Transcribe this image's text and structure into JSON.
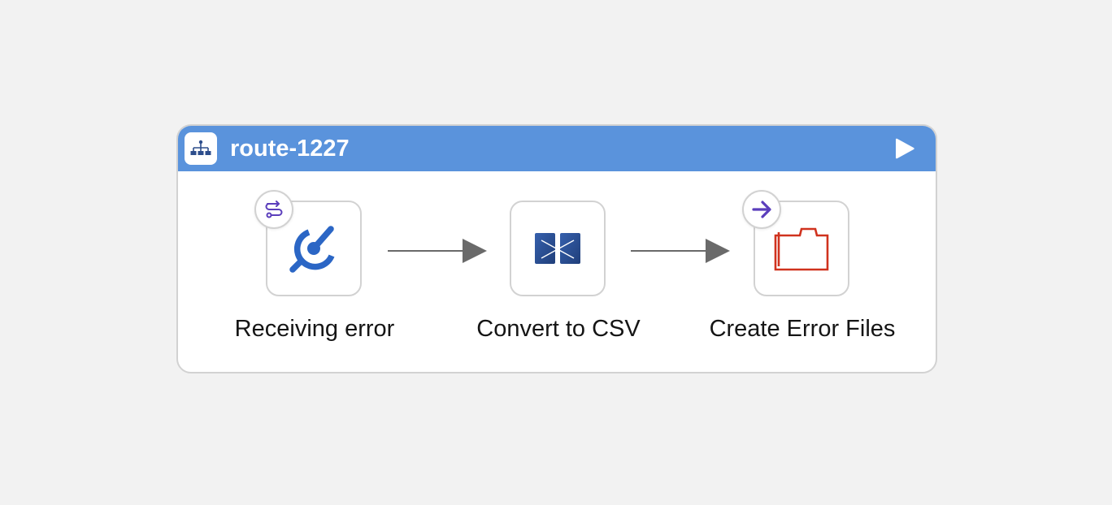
{
  "route": {
    "title": "route-1227",
    "header_color": "#5a93dc",
    "icons": {
      "route": "route-tree-icon",
      "play": "play-icon"
    }
  },
  "nodes": [
    {
      "label": "Receiving error",
      "icon": "kamelet-source-icon",
      "icon_color": "#2b66c5",
      "badge": "route-start-icon",
      "badge_color": "#5b3ebc"
    },
    {
      "label": "Convert to CSV",
      "icon": "data-mapper-icon",
      "icon_color": "#2d4e8c"
    },
    {
      "label": "Create Error Files",
      "icon": "folder-icon",
      "icon_color": "#d0321e",
      "badge": "route-output-arrow-icon",
      "badge_color": "#5b3ebc"
    }
  ],
  "edges": [
    {
      "from": "Receiving error",
      "to": "Convert to CSV",
      "color": "#6a6a6a"
    },
    {
      "from": "Convert to CSV",
      "to": "Create Error Files",
      "color": "#6a6a6a"
    }
  ]
}
